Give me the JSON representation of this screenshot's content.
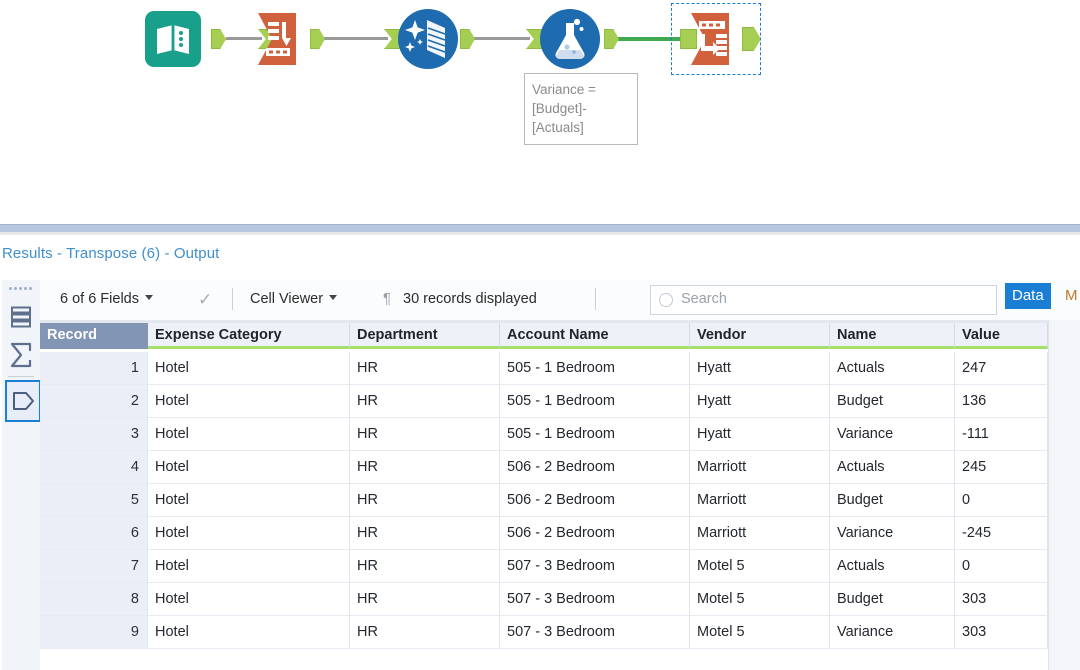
{
  "canvas": {
    "tools": [
      {
        "name": "input-data-tool",
        "label": "Input Data",
        "icon": "book-icon",
        "color": "#19a08a"
      },
      {
        "name": "select-tool",
        "label": "Select",
        "icon": "select-fields-icon",
        "color": "#d1603d"
      },
      {
        "name": "data-cleansing-tool",
        "label": "Data Cleansing",
        "icon": "cleanse-sparkle-grid-icon",
        "color": "#1f6bb0"
      },
      {
        "name": "formula-tool",
        "label": "Formula",
        "icon": "flask-icon",
        "color": "#1f6bb0"
      },
      {
        "name": "transpose-tool",
        "label": "Transpose",
        "icon": "transpose-icon",
        "color": "#d1603d"
      }
    ],
    "annotation": "Variance = [Budget]-[Actuals]",
    "selected_tool": "transpose-tool",
    "highlight_color": "#3faa4f",
    "selection_color": "#1a7fd4"
  },
  "results": {
    "title": "Results - Transpose (6) - Output",
    "rail": [
      {
        "name": "results-grid-icon",
        "label": "Results"
      },
      {
        "name": "sigma-profile-icon",
        "label": "Profile"
      },
      {
        "name": "metadata-tag-icon",
        "label": "Metadata",
        "selected": true
      }
    ],
    "toolbar": {
      "fields_label": "6 of 6 Fields",
      "check_icon": "checkmark-icon",
      "cell_viewer_label": "Cell Viewer",
      "pilcrow_icon": "pilcrow-icon",
      "records_label": "30 records displayed",
      "search_placeholder": "Search",
      "search_value": "",
      "search_icon": "search-icon",
      "tab_data": "Data",
      "tab_metadata": "M",
      "active_tab": "Data",
      "active_tab_color": "#1a7fd4"
    },
    "table": {
      "columns": [
        "Record",
        "Expense Category",
        "Department",
        "Account Name",
        "Vendor",
        "Name",
        "Value"
      ],
      "header_accent": "#a4e06a",
      "record_header_bg": "#8295b5",
      "rows": [
        {
          "record": "1",
          "expense_category": "Hotel",
          "department": "HR",
          "account_name": "505 - 1 Bedroom",
          "vendor": "Hyatt",
          "name": "Actuals",
          "value": "247"
        },
        {
          "record": "2",
          "expense_category": "Hotel",
          "department": "HR",
          "account_name": "505 - 1 Bedroom",
          "vendor": "Hyatt",
          "name": "Budget",
          "value": "136"
        },
        {
          "record": "3",
          "expense_category": "Hotel",
          "department": "HR",
          "account_name": "505 - 1 Bedroom",
          "vendor": "Hyatt",
          "name": "Variance",
          "value": "-111"
        },
        {
          "record": "4",
          "expense_category": "Hotel",
          "department": "HR",
          "account_name": "506 - 2 Bedroom",
          "vendor": "Marriott",
          "name": "Actuals",
          "value": "245"
        },
        {
          "record": "5",
          "expense_category": "Hotel",
          "department": "HR",
          "account_name": "506 - 2 Bedroom",
          "vendor": "Marriott",
          "name": "Budget",
          "value": "0"
        },
        {
          "record": "6",
          "expense_category": "Hotel",
          "department": "HR",
          "account_name": "506 - 2 Bedroom",
          "vendor": "Marriott",
          "name": "Variance",
          "value": "-245"
        },
        {
          "record": "7",
          "expense_category": "Hotel",
          "department": "HR",
          "account_name": "507 - 3 Bedroom",
          "vendor": "Motel 5",
          "name": "Actuals",
          "value": "0"
        },
        {
          "record": "8",
          "expense_category": "Hotel",
          "department": "HR",
          "account_name": "507 - 3 Bedroom",
          "vendor": "Motel 5",
          "name": "Budget",
          "value": "303"
        },
        {
          "record": "9",
          "expense_category": "Hotel",
          "department": "HR",
          "account_name": "507 - 3 Bedroom",
          "vendor": "Motel 5",
          "name": "Variance",
          "value": "303"
        }
      ]
    }
  }
}
